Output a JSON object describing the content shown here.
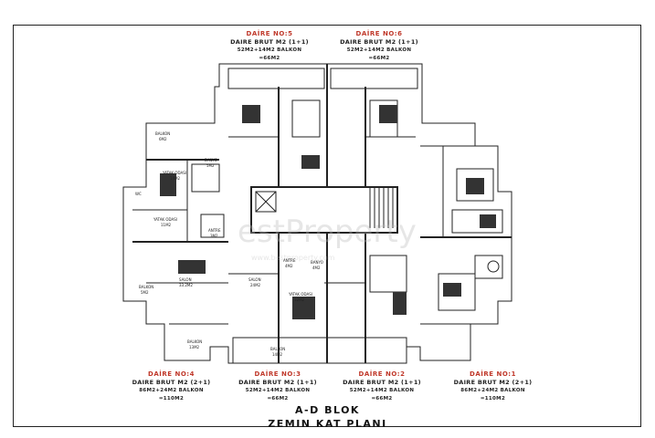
{
  "plan": {
    "title": "A-D BLOK",
    "subtitle": "ZEMIN KAT PLANI",
    "watermark": "estProperty",
    "watermark_sub": "www.bestproperty.com"
  },
  "units": {
    "d5": {
      "name": "DAİRE NO:5",
      "line1": "DAIRE BRUT M2 (1+1)",
      "line2": "52M2+14M2 BALKON",
      "line3": "=66M2"
    },
    "d6": {
      "name": "DAİRE NO:6",
      "line1": "DAIRE BRUT M2 (1+1)",
      "line2": "52M2+14M2 BALKON",
      "line3": "=66M2"
    },
    "d4": {
      "name": "DAİRE NO:4",
      "line1": "DAIRE BRUT M2 (2+1)",
      "line2": "86M2+24M2 BALKON",
      "line3": "=110M2"
    },
    "d3": {
      "name": "DAİRE NO:3",
      "line1": "DAIRE BRUT M2 (1+1)",
      "line2": "52M2+14M2 BALKON",
      "line3": "=66M2"
    },
    "d2": {
      "name": "DAİRE NO:2",
      "line1": "DAIRE BRUT M2 (1+1)",
      "line2": "52M2+14M2 BALKON",
      "line3": "=66M2"
    },
    "d1": {
      "name": "DAİRE NO:1",
      "line1": "DAIRE BRUT M2 (2+1)",
      "line2": "86M2+24M2 BALKON",
      "line3": "=110M2"
    }
  },
  "rooms": {
    "balkon_top": "BALKON",
    "balkon_top_area": "6M2",
    "yatak1": "YATAK ODASI",
    "yatak1_area": "14M2",
    "yatak2": "YATAK ODASI",
    "yatak2_area": "11M2",
    "banyo1": "BANYO",
    "banyo1_area": "5M2",
    "wc": "WC",
    "antre1": "ANTRE",
    "antre1_area": "3M2",
    "salon_left": "SALON",
    "salon_left_area": "33.2M2",
    "balkon_left": "BALKON",
    "balkon_left_area": "5M2",
    "balkon_bl": "BALKON",
    "balkon_bl_area": "13M2",
    "salon_mid": "SALON",
    "salon_mid_area": "24M2",
    "yatak_mid": "YATAK ODASI",
    "yatak_mid_area": "12M2",
    "antre_mid": "ANTRE",
    "antre_mid_area": "4M2",
    "banyo_mid": "BANYO",
    "banyo_mid_area": "4M2",
    "balkon_mid": "BALKON",
    "balkon_mid_area": "14M2"
  },
  "colors": {
    "unit_title": "#c0392b",
    "line": "#222222"
  }
}
